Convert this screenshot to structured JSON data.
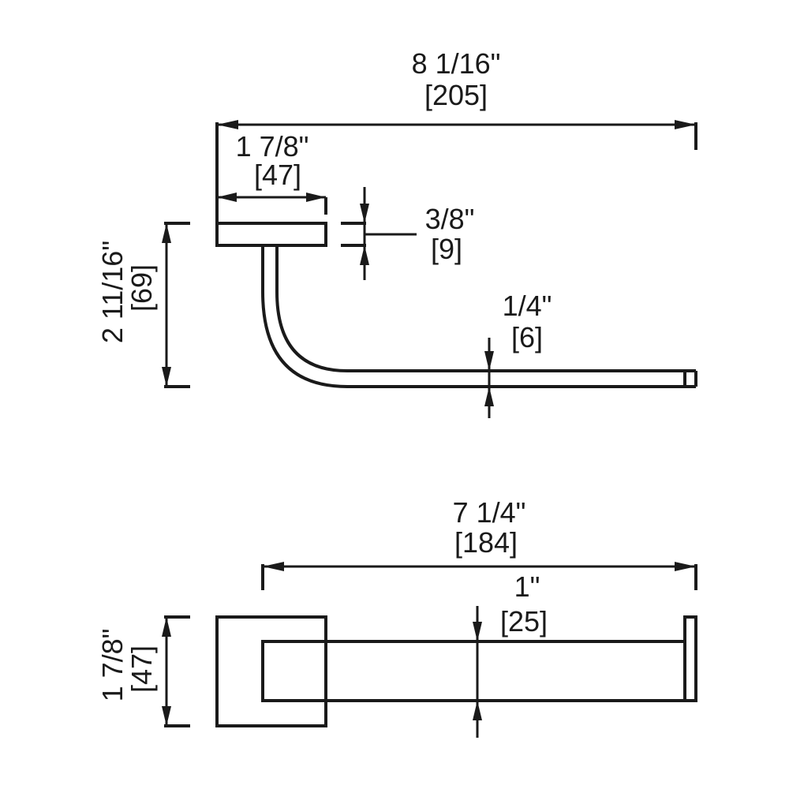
{
  "side_view": {
    "overall_length": {
      "imperial": "8 1/16\"",
      "metric": "[205]"
    },
    "plate_length": {
      "imperial": "1 7/8\"",
      "metric": "[47]"
    },
    "plate_thickness": {
      "imperial": "3/8\"",
      "metric": "[9]"
    },
    "overall_height": {
      "imperial": "2 11/16\"",
      "metric": "[69]"
    },
    "bar_thickness": {
      "imperial": "1/4\"",
      "metric": "[6]"
    }
  },
  "top_view": {
    "arm_length": {
      "imperial": "7 1/4\"",
      "metric": "[184]"
    },
    "arm_width": {
      "imperial": "1\"",
      "metric": "[25]"
    },
    "plate_width": {
      "imperial": "1 7/8\"",
      "metric": "[47]"
    }
  }
}
